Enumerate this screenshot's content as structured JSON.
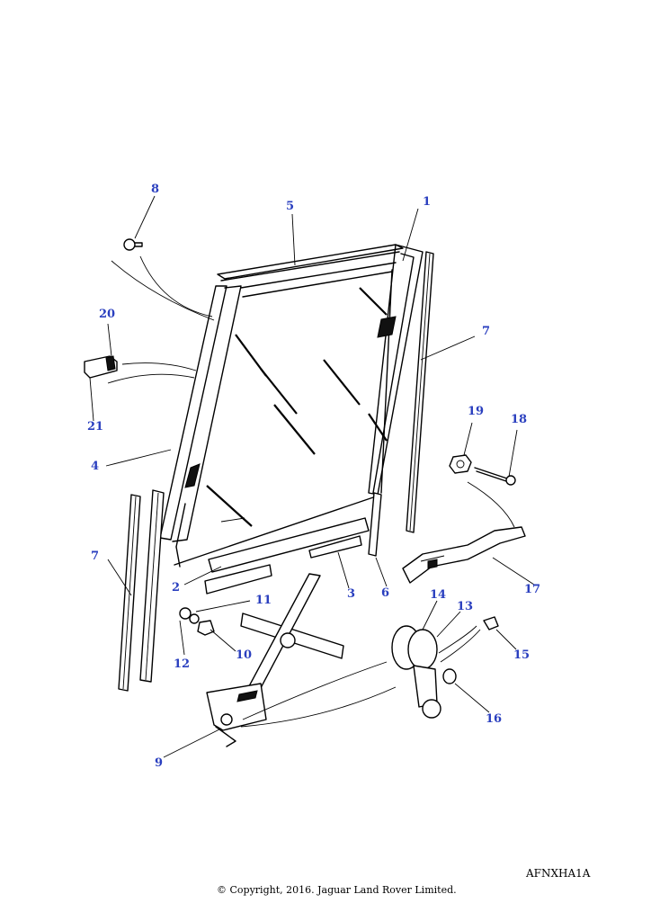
{
  "diagram": {
    "reference_code": "AFNXHA1A",
    "copyright": "© Copyright, 2016. Jaguar Land Rover Limited.",
    "callouts": [
      "1",
      "5",
      "8",
      "20",
      "21",
      "4",
      "7",
      "7",
      "19",
      "18",
      "2",
      "3",
      "6",
      "14",
      "13",
      "17",
      "11",
      "12",
      "10",
      "15",
      "16",
      "9"
    ]
  }
}
